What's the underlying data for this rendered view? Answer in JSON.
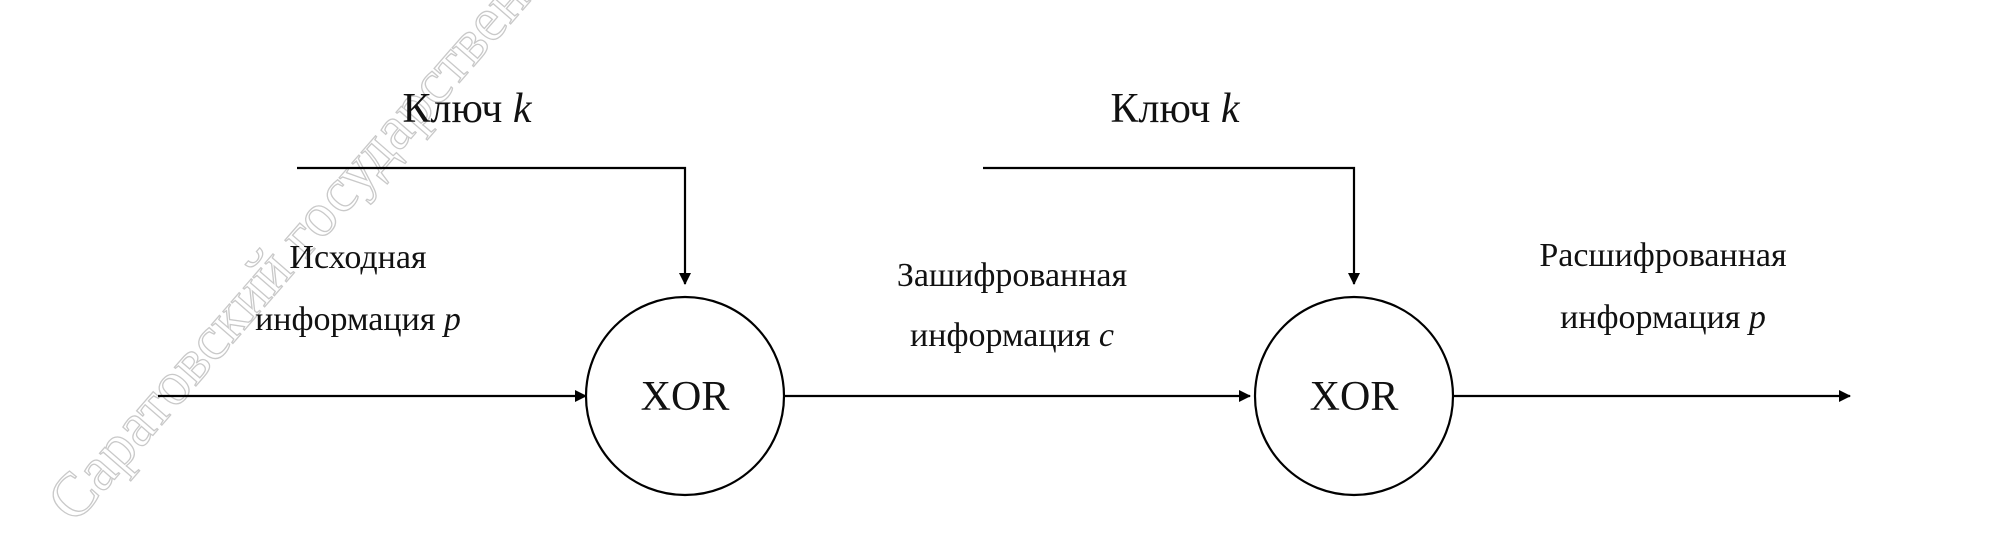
{
  "diagram": {
    "key_labels": [
      {
        "text": "Ключ",
        "var": "k"
      },
      {
        "text": "Ключ",
        "var": "k"
      }
    ],
    "nodes": [
      {
        "label": "XOR"
      },
      {
        "label": "XOR"
      }
    ],
    "edges": {
      "input": {
        "line1": "Исходная",
        "line2_text": "информация",
        "line2_var": "p"
      },
      "middle": {
        "line1": "Зашифрованная",
        "line2_text": "информация",
        "line2_var": "c"
      },
      "output": {
        "line1": "Расшифрованная",
        "line2_text": "информация",
        "line2_var": "p"
      }
    },
    "watermark": "Саратовский государственный"
  }
}
